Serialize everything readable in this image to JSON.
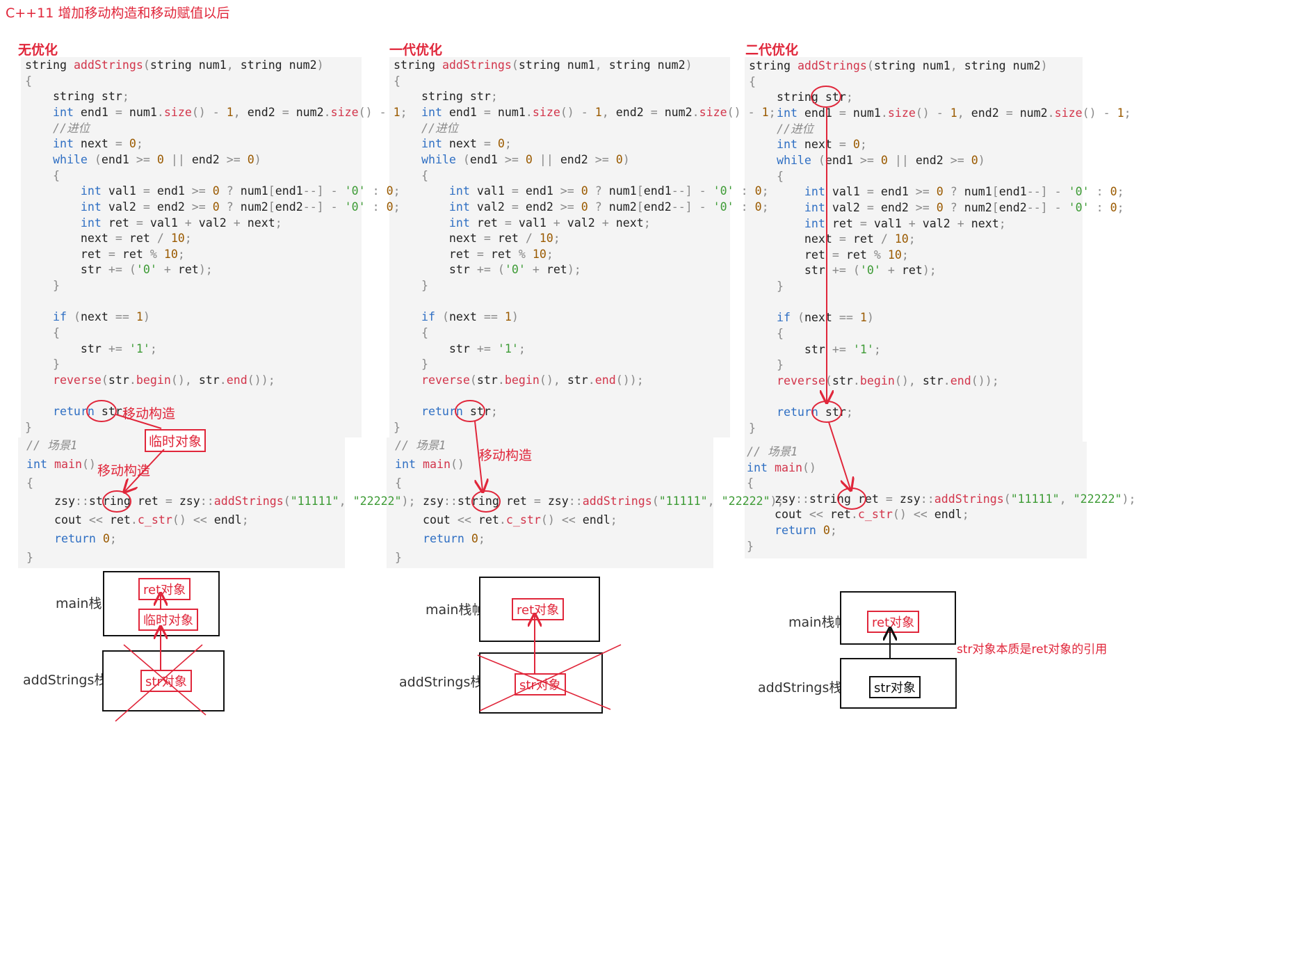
{
  "title": "C++11 增加移动构造和移动赋值以后",
  "colors": {
    "accent": "#e0263a",
    "keyword": "#2f6fc3",
    "function": "#d2344a",
    "number": "#9a5a00",
    "string": "#3d9b35",
    "comment": "#8a8a8a",
    "panel": "#f4f4f4"
  },
  "columns": [
    {
      "heading": "无优化",
      "annotations": {
        "move_construct_1": "移动构造",
        "temp_object": "临时对象",
        "move_construct_2": "移动构造"
      },
      "frames": {
        "main_label": "main栈帧",
        "add_label": "addStrings栈帧",
        "ret_obj": "ret对象",
        "temp_obj": "临时对象",
        "str_obj": "str对象"
      }
    },
    {
      "heading": "一代优化",
      "annotations": {
        "move_construct": "移动构造"
      },
      "frames": {
        "main_label": "main栈帧",
        "add_label": "addStrings栈帧",
        "ret_obj": "ret对象",
        "str_obj": "str对象"
      }
    },
    {
      "heading": "二代优化",
      "annotations": {
        "reference_note": "str对象本质是ret对象的引用"
      },
      "frames": {
        "main_label": "main栈帧",
        "add_label": "addStrings栈帧",
        "ret_obj": "ret对象",
        "str_obj": "str对象"
      }
    }
  ],
  "code": {
    "addStrings": [
      [
        [
          "kw0",
          "string "
        ],
        [
          "fn",
          "addStrings"
        ],
        [
          "op",
          "("
        ],
        [
          "kw0",
          "string num1"
        ],
        [
          "op",
          ", "
        ],
        [
          "kw0",
          "string num2"
        ],
        [
          "op",
          ")"
        ]
      ],
      [
        [
          "op",
          "{"
        ]
      ],
      [
        [
          "kw0",
          "    string str"
        ],
        [
          "op",
          ";"
        ]
      ],
      [
        [
          "kw",
          "    int"
        ],
        [
          "kw0",
          " end1 "
        ],
        [
          "op",
          "= "
        ],
        [
          "kw0",
          "num1"
        ],
        [
          "op",
          "."
        ],
        [
          "fn",
          "size"
        ],
        [
          "op",
          "() - "
        ],
        [
          "num",
          "1"
        ],
        [
          "op",
          ", "
        ],
        [
          "kw0",
          "end2 "
        ],
        [
          "op",
          "= "
        ],
        [
          "kw0",
          "num2"
        ],
        [
          "op",
          "."
        ],
        [
          "fn",
          "size"
        ],
        [
          "op",
          "() - "
        ],
        [
          "num",
          "1"
        ],
        [
          "op",
          ";"
        ]
      ],
      [
        [
          "cmt",
          "    //进位"
        ]
      ],
      [
        [
          "kw",
          "    int"
        ],
        [
          "kw0",
          " next "
        ],
        [
          "op",
          "= "
        ],
        [
          "num",
          "0"
        ],
        [
          "op",
          ";"
        ]
      ],
      [
        [
          "kw",
          "    while"
        ],
        [
          "op",
          " ("
        ],
        [
          "kw0",
          "end1 "
        ],
        [
          "op",
          ">= "
        ],
        [
          "num",
          "0"
        ],
        [
          "op",
          " || "
        ],
        [
          "kw0",
          "end2 "
        ],
        [
          "op",
          ">= "
        ],
        [
          "num",
          "0"
        ],
        [
          "op",
          ")"
        ]
      ],
      [
        [
          "op",
          "    {"
        ]
      ],
      [
        [
          "kw",
          "        int"
        ],
        [
          "kw0",
          " val1 "
        ],
        [
          "op",
          "= "
        ],
        [
          "kw0",
          "end1 "
        ],
        [
          "op",
          ">= "
        ],
        [
          "num",
          "0"
        ],
        [
          "op",
          " ? "
        ],
        [
          "kw0",
          "num1"
        ],
        [
          "op",
          "["
        ],
        [
          "kw0",
          "end1"
        ],
        [
          "op",
          "--] - "
        ],
        [
          "strv",
          "'0'"
        ],
        [
          "op",
          " : "
        ],
        [
          "num",
          "0"
        ],
        [
          "op",
          ";"
        ]
      ],
      [
        [
          "kw",
          "        int"
        ],
        [
          "kw0",
          " val2 "
        ],
        [
          "op",
          "= "
        ],
        [
          "kw0",
          "end2 "
        ],
        [
          "op",
          ">= "
        ],
        [
          "num",
          "0"
        ],
        [
          "op",
          " ? "
        ],
        [
          "kw0",
          "num2"
        ],
        [
          "op",
          "["
        ],
        [
          "kw0",
          "end2"
        ],
        [
          "op",
          "--] - "
        ],
        [
          "strv",
          "'0'"
        ],
        [
          "op",
          " : "
        ],
        [
          "num",
          "0"
        ],
        [
          "op",
          ";"
        ]
      ],
      [
        [
          "kw",
          "        int"
        ],
        [
          "kw0",
          " ret "
        ],
        [
          "op",
          "= "
        ],
        [
          "kw0",
          "val1 "
        ],
        [
          "op",
          "+ "
        ],
        [
          "kw0",
          "val2 "
        ],
        [
          "op",
          "+ "
        ],
        [
          "kw0",
          "next"
        ],
        [
          "op",
          ";"
        ]
      ],
      [
        [
          "kw0",
          "        next "
        ],
        [
          "op",
          "= "
        ],
        [
          "kw0",
          "ret "
        ],
        [
          "op",
          "/ "
        ],
        [
          "num",
          "10"
        ],
        [
          "op",
          ";"
        ]
      ],
      [
        [
          "kw0",
          "        ret "
        ],
        [
          "op",
          "= "
        ],
        [
          "kw0",
          "ret "
        ],
        [
          "op",
          "% "
        ],
        [
          "num",
          "10"
        ],
        [
          "op",
          ";"
        ]
      ],
      [
        [
          "kw0",
          "        str "
        ],
        [
          "op",
          "+= ("
        ],
        [
          "strv",
          "'0'"
        ],
        [
          "op",
          " + "
        ],
        [
          "kw0",
          "ret"
        ],
        [
          "op",
          ");"
        ]
      ],
      [
        [
          "op",
          "    }"
        ]
      ],
      [
        [
          "kw0",
          ""
        ]
      ],
      [
        [
          "kw",
          "    if"
        ],
        [
          "op",
          " ("
        ],
        [
          "kw0",
          "next "
        ],
        [
          "op",
          "== "
        ],
        [
          "num",
          "1"
        ],
        [
          "op",
          ")"
        ]
      ],
      [
        [
          "op",
          "    {"
        ]
      ],
      [
        [
          "kw0",
          "        str "
        ],
        [
          "op",
          "+= "
        ],
        [
          "strv",
          "'1'"
        ],
        [
          "op",
          ";"
        ]
      ],
      [
        [
          "op",
          "    }"
        ]
      ],
      [
        [
          "fn",
          "    reverse"
        ],
        [
          "op",
          "("
        ],
        [
          "kw0",
          "str"
        ],
        [
          "op",
          "."
        ],
        [
          "fn",
          "begin"
        ],
        [
          "op",
          "(), "
        ],
        [
          "kw0",
          "str"
        ],
        [
          "op",
          "."
        ],
        [
          "fn",
          "end"
        ],
        [
          "op",
          "());"
        ]
      ],
      [
        [
          "kw0",
          ""
        ]
      ],
      [
        [
          "kw",
          "    return"
        ],
        [
          "kw0",
          " str"
        ],
        [
          "op",
          ";"
        ]
      ],
      [
        [
          "op",
          "}"
        ]
      ]
    ],
    "main": [
      [
        [
          "cmt",
          "// 场景1"
        ]
      ],
      [
        [
          "kw",
          "int"
        ],
        [
          "fn",
          " main"
        ],
        [
          "op",
          "()"
        ]
      ],
      [
        [
          "op",
          "{"
        ]
      ],
      [
        [
          "kw0",
          "    zsy"
        ],
        [
          "op",
          "::"
        ],
        [
          "kw0",
          "string ret "
        ],
        [
          "op",
          "= "
        ],
        [
          "kw0",
          "zsy"
        ],
        [
          "op",
          "::"
        ],
        [
          "fn",
          "addStrings"
        ],
        [
          "op",
          "("
        ],
        [
          "strv",
          "\"11111\""
        ],
        [
          "op",
          ", "
        ],
        [
          "strv",
          "\"22222\""
        ],
        [
          "op",
          ");"
        ]
      ],
      [
        [
          "kw0",
          "    cout "
        ],
        [
          "op",
          "<< "
        ],
        [
          "kw0",
          "ret"
        ],
        [
          "op",
          "."
        ],
        [
          "fn",
          "c_str"
        ],
        [
          "op",
          "() << "
        ],
        [
          "kw0",
          "endl"
        ],
        [
          "op",
          ";"
        ]
      ],
      [
        [
          "kw",
          "    return"
        ],
        [
          "num",
          " 0"
        ],
        [
          "op",
          ";"
        ]
      ],
      [
        [
          "op",
          "}"
        ]
      ]
    ]
  }
}
